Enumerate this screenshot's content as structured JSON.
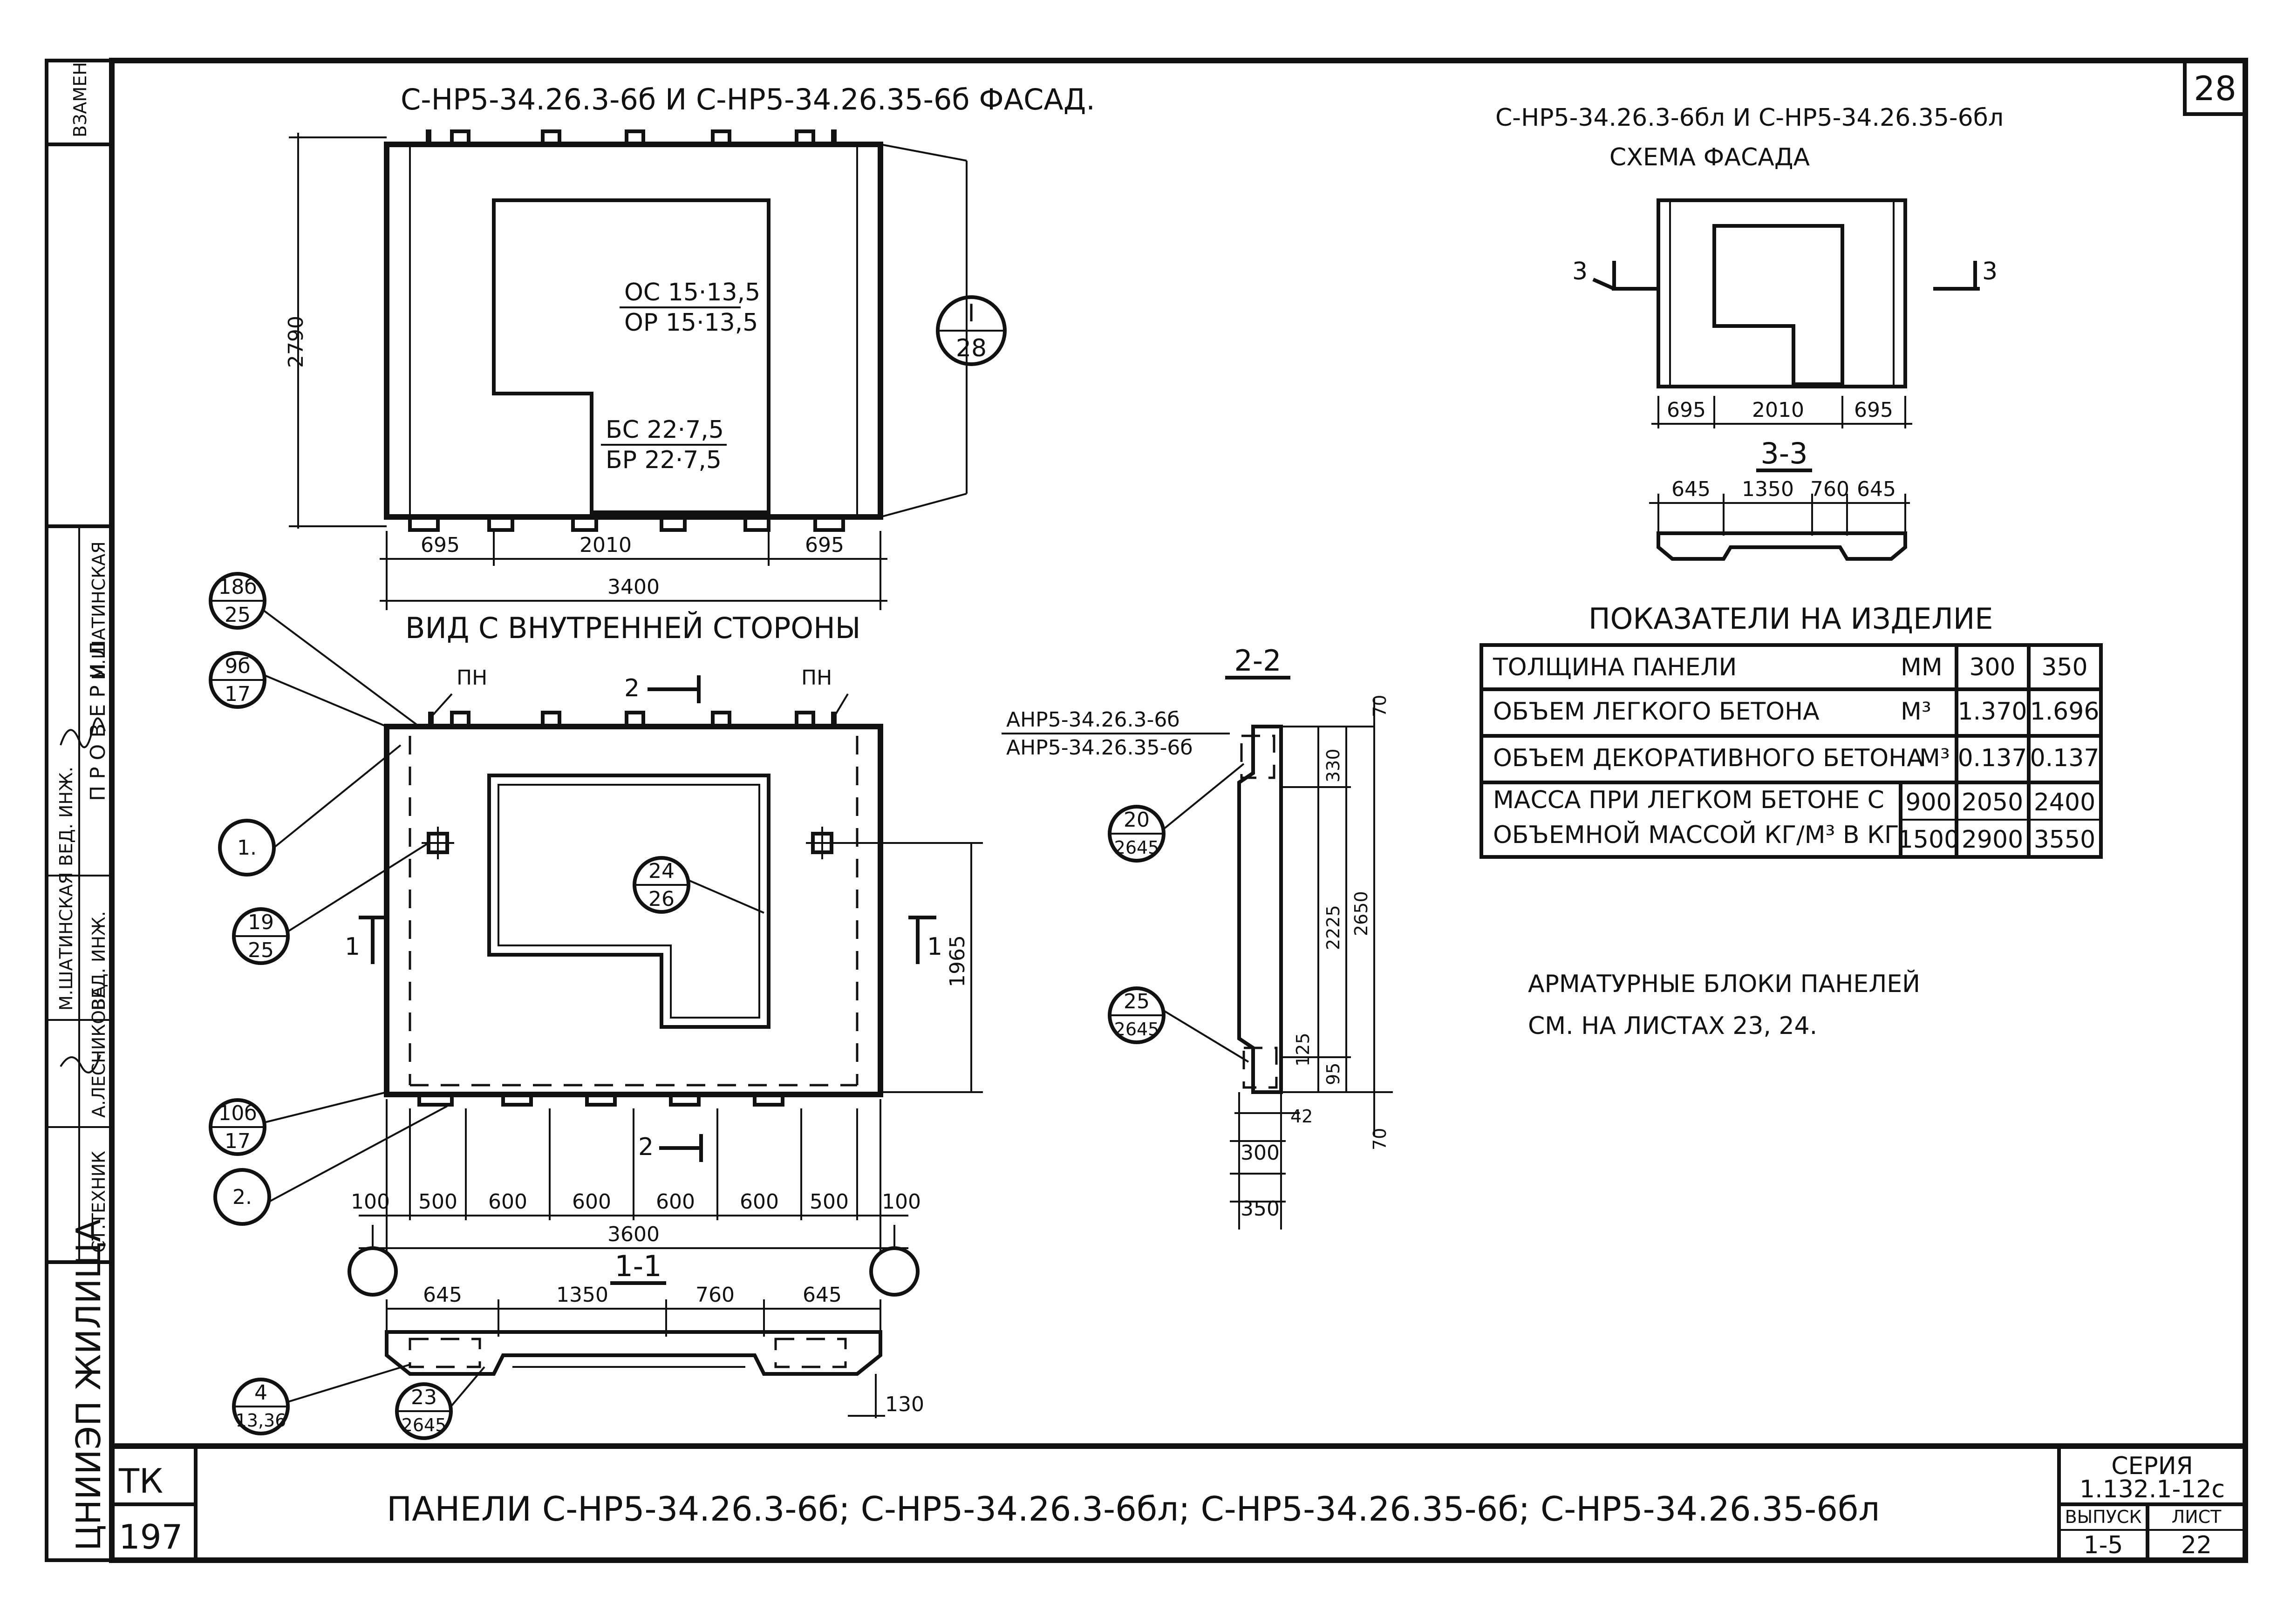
{
  "sheet_number": "28",
  "side_stamp": {
    "vzamen": "ВЗАМЕН",
    "proveril": "П Р О В Е Р И Л",
    "roles": [
      "ВЕД. ИНЖ.",
      "ВЕД. ИНЖ.",
      "СТ.ТЕХНИК"
    ],
    "names": [
      "М.ШАТИНСКАЯ",
      "М.ШАТИНСКАЯ",
      "А.ЛЕСНИКОВА"
    ],
    "institute": "ЦНИИЭП ЖИЛИЩА"
  },
  "facade_view": {
    "title": "С-НР5-34.26.3-6б И С-НР5-34.26.35-6б ФАСАД.",
    "opening_window": [
      "ОС 15·13,5",
      "ОР 15·13,5"
    ],
    "opening_door": [
      "БС 22·7,5",
      "БР 22·7,5"
    ],
    "height_dim": "2790",
    "width_dims": [
      "695",
      "2010",
      "695"
    ],
    "total_width": "3400",
    "callout": {
      "top": "I",
      "bottom": "28"
    }
  },
  "inner_view": {
    "title": "ВИД С ВНУТРЕННЕЙ СТОРОНЫ",
    "lifting_loop_label": "ПН",
    "section_mark_2": "2",
    "section_mark_1": "1",
    "height_dim": "1965",
    "width_dims": [
      "100",
      "500",
      "600",
      "600",
      "600",
      "600",
      "500",
      "100"
    ],
    "total_width": "3600",
    "callouts": [
      {
        "top": "18б",
        "bottom": "25"
      },
      {
        "top": "9б",
        "bottom": "17"
      },
      {
        "top": "1.",
        "bottom": ""
      },
      {
        "top": "19",
        "bottom": "25"
      },
      {
        "top": "24",
        "bottom": "26"
      },
      {
        "top": "10б",
        "bottom": "17"
      },
      {
        "top": "2.",
        "bottom": ""
      }
    ]
  },
  "section_1_1": {
    "title": "1-1",
    "dims": [
      "645",
      "1350",
      "760",
      "645"
    ],
    "depth_dim": "130",
    "callouts": [
      {
        "top": "4",
        "bottom": "13,36"
      },
      {
        "top": "23",
        "bottom": "2645"
      }
    ]
  },
  "section_2_2": {
    "title": "2-2",
    "marks": [
      "АНР5-34.26.3-6б",
      "АНР5-34.26.35-6б"
    ],
    "dims_right": [
      "70",
      "330",
      "2225",
      "2650",
      "125",
      "95",
      "70"
    ],
    "dims_bottom": [
      "42",
      "300",
      "350"
    ],
    "callouts": [
      {
        "top": "20",
        "bottom": "2645"
      },
      {
        "top": "25",
        "bottom": "2645"
      }
    ]
  },
  "facade_scheme": {
    "title": "С-НР5-34.26.3-6бл И С-НР5-34.26.35-6бл",
    "subtitle": "СХЕМА ФАСАДА",
    "cut_label": "3",
    "width_dims": [
      "695",
      "2010",
      "695"
    ],
    "section_title": "3-3",
    "section_dims": [
      "645",
      "1350",
      "760",
      "645"
    ]
  },
  "indicators": {
    "title": "ПОКАЗАТЕЛИ НА ИЗДЕЛИЕ",
    "rows": [
      {
        "label": "ТОЛЩИНА ПАНЕЛИ",
        "unit": "ММ",
        "v300": "300",
        "v350": "350"
      },
      {
        "label": "ОБЪЕМ ЛЕГКОГО БЕТОНА",
        "unit": "М³",
        "v300": "1.370",
        "v350": "1.696"
      },
      {
        "label": "ОБЪЕМ ДЕКОРАТИВНОГО БЕТОНА",
        "unit": "М³",
        "v300": "0.137",
        "v350": "0.137"
      }
    ],
    "mass": {
      "label_line1": "МАССА ПРИ ЛЕГКОМ БЕТОНЕ С",
      "label_line2": "ОБЪЕМНОЙ МАССОЙ КГ/М³ В КГ",
      "rows": [
        {
          "density": "900",
          "v300": "2050",
          "v350": "2400"
        },
        {
          "density": "1500",
          "v300": "2900",
          "v350": "3550"
        }
      ]
    }
  },
  "note": [
    "АРМАТУРНЫЕ БЛОКИ ПАНЕЛЕЙ",
    "СМ. НА ЛИСТАХ 23, 24."
  ],
  "title_block": {
    "tk": "ТК",
    "number": "197",
    "title": "ПАНЕЛИ С-НР5-34.26.3-6б; С-НР5-34.26.3-6бл; С-НР5-34.26.35-6б; С-НР5-34.26.35-6бл",
    "series_label": "СЕРИЯ",
    "series_value": "1.132.1-12с",
    "issue_label": "ВЫПУСК",
    "issue_value": "1-5",
    "sheet_label": "ЛИСТ",
    "sheet_value": "22"
  }
}
